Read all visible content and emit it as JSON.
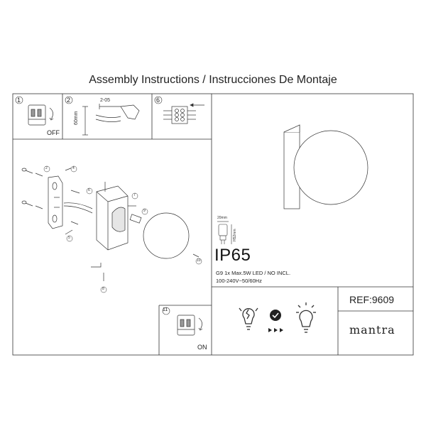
{
  "title": "Assembly Instructions / Instrucciones De Montaje",
  "steps": {
    "s1": {
      "num": "1",
      "label": "OFF"
    },
    "s2": {
      "num": "2",
      "drill": "2-05",
      "depth": "60mm"
    },
    "s6": {
      "num": "6"
    },
    "s11": {
      "num": "11",
      "label": "ON"
    },
    "callouts": [
      "2",
      "3",
      "4",
      "5",
      "6",
      "7",
      "8",
      "9",
      "10"
    ]
  },
  "bulb": {
    "dim_width": "20mm",
    "dim_height": "H52mm"
  },
  "rating": {
    "ip": "IP65",
    "lamp": "G9 1x Max.5W LED / NO INCL.",
    "voltage": "100-240V~50/60Hz"
  },
  "ref": "REF:9609",
  "brand": "mantra",
  "colors": {
    "line": "#333333",
    "text": "#222222"
  },
  "icons": [
    "broken-bulb-icon",
    "checkmark-badge-icon",
    "fast-forward-icon",
    "lit-bulb-icon"
  ]
}
